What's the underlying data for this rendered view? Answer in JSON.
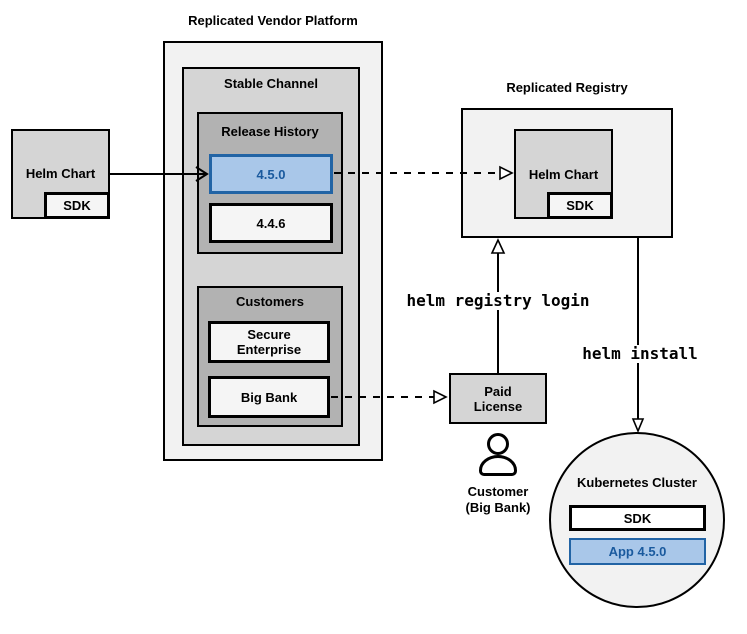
{
  "colors": {
    "accent_fill": "#a9c7e9",
    "accent_border": "#2264a5",
    "accent_text": "#1a5a9e",
    "container_light": "#f2f2f2",
    "container_mid": "#d5d5d5",
    "container_dark": "#b2b2b2",
    "leaf_white": "#f5f5f5",
    "stroke": "#000000"
  },
  "source_chart": {
    "title": "Helm Chart",
    "sdk": "SDK"
  },
  "platform": {
    "title": "Replicated Vendor Platform",
    "channel_label": "Stable Channel",
    "release_history": {
      "title": "Release History",
      "current_version": "4.5.0",
      "previous_version": "4.4.6"
    },
    "customers": {
      "title": "Customers",
      "customer1_line1": "Secure",
      "customer1_line2": "Enterprise",
      "customer2": "Big Bank"
    }
  },
  "registry": {
    "title": "Replicated Registry",
    "chart": "Helm Chart",
    "sdk": "SDK"
  },
  "license": {
    "line1": "Paid",
    "line2": "License"
  },
  "customer_caption": {
    "line1": "Customer",
    "line2": "(Big Bank)"
  },
  "cluster": {
    "title": "Kubernetes Cluster",
    "sdk": "SDK",
    "app": "App 4.5.0"
  },
  "commands": {
    "registry_login": "helm registry login",
    "install": "helm install"
  }
}
